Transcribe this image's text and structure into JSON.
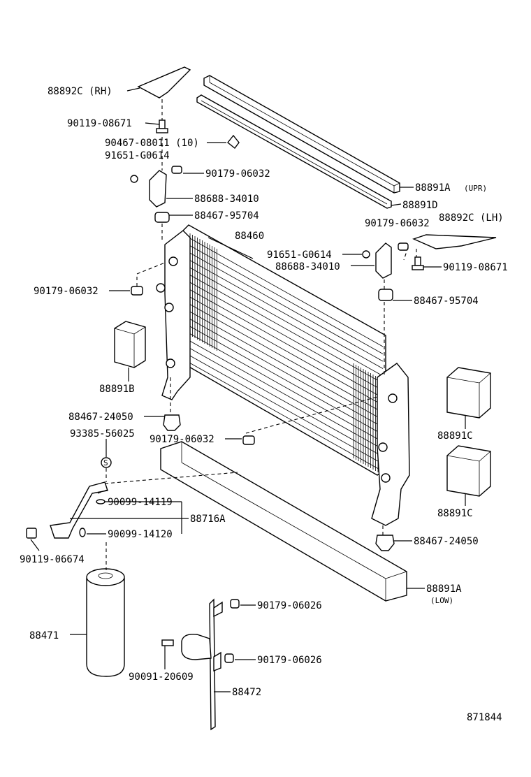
{
  "labels": {
    "p88892c_rh": "88892C (RH)",
    "p90119_08671_top": "90119-08671",
    "p90467_08011": "90467-08011 (10)",
    "p91651_g0614_left": "91651-G0614",
    "p90179_06032_a": "90179-06032",
    "p88688_34010_left": "88688-34010",
    "p88467_95704_left": "88467-95704",
    "p88891a_upr": "88891A",
    "p88891a_upr_note": "(UPR)",
    "p88891d": "88891D",
    "p90179_06032_b": "90179-06032",
    "p88892c_lh": "88892C (LH)",
    "p88460": "88460",
    "p91651_g0614_right": "91651-G0614",
    "p88688_34010_right": "88688-34010",
    "p90119_08671_right": "90119-08671",
    "p90179_06032_c": "90179-06032",
    "p88467_95704_right": "88467-95704",
    "p88891b": "88891B",
    "p88467_24050_left": "88467-24050",
    "p88891c_a": "88891C",
    "p93385_56025": "93385-56025",
    "p90179_06032_d": "90179-06032",
    "p88891c_b": "88891C",
    "p90099_14119": "90099-14119",
    "p88716a": "88716A",
    "p90099_14120": "90099-14120",
    "p90119_06674": "90119-06674",
    "p88467_24050_right": "88467-24050",
    "p88891a_low": "88891A",
    "p88891a_low_note": "(LOW)",
    "p88471": "88471",
    "p90179_06026_a": "90179-06026",
    "p90179_06026_b": "90179-06026",
    "p90091_20609": "90091-20609",
    "p88472": "88472",
    "figure_no": "871844"
  }
}
